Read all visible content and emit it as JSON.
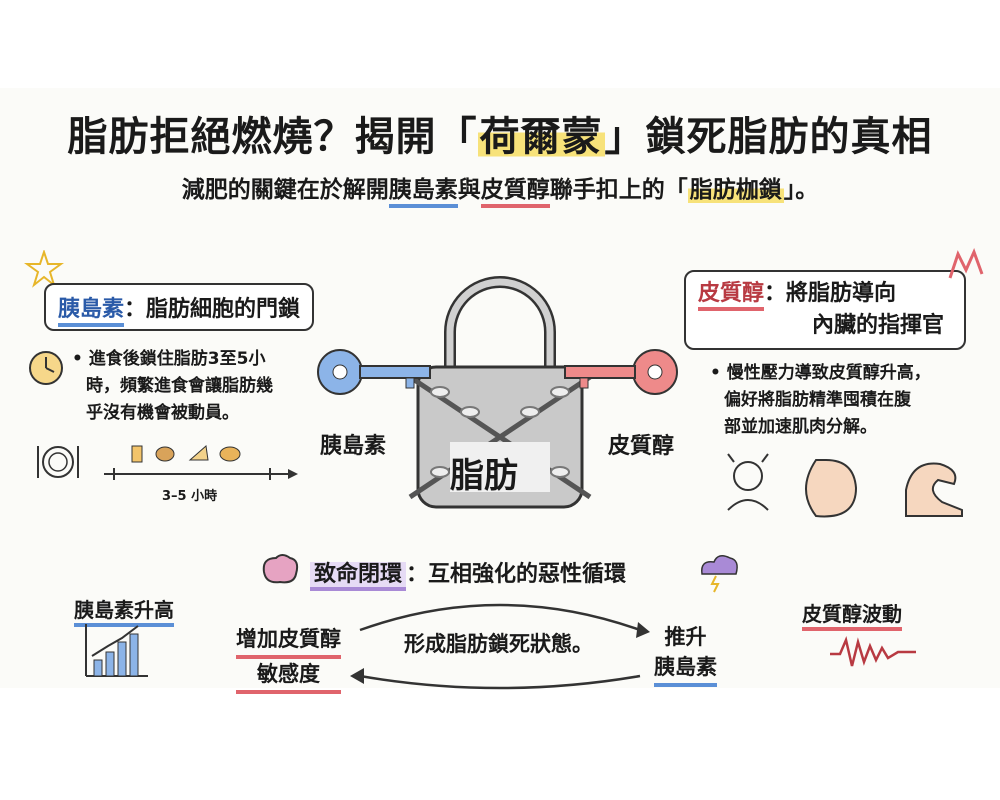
{
  "title": {
    "prefix": "脂肪拒絕燃燒？揭開「",
    "highlight": "荷爾蒙",
    "suffix": "」鎖死脂肪的真相"
  },
  "subtitle": {
    "p1": "減肥的關鍵在於解開",
    "insulin": "胰島素",
    "p2": "與",
    "cortisol": "皮質醇",
    "p3": "聯手扣上的「",
    "fatlock": "脂肪枷鎖",
    "p4": "」。"
  },
  "insulin_panel": {
    "name": "胰島素",
    "colon": "：",
    "role": "脂肪細胞的門鎖",
    "bullet_l1": "進食後鎖住脂肪3至5小",
    "bullet_l2": "時，頻繁進食會讓脂肪幾",
    "bullet_l3": "乎沒有機會被動員。",
    "timeline_label": "3–5 小時"
  },
  "lock": {
    "label": "脂肪",
    "left_key": "胰島素",
    "right_key": "皮質醇"
  },
  "cortisol_panel": {
    "name": "皮質醇",
    "role_l1": "：將脂肪導向",
    "role_l2": "內臟的指揮官",
    "bullet_l1": "慢性壓力導致皮質醇升高，",
    "bullet_l2": "偏好將脂肪精準囤積在腹",
    "bullet_l3": "部並加速肌肉分解。"
  },
  "cycle": {
    "title_hl": "致命閉環",
    "title_rest": "：互相強化的惡性循環",
    "left_l1": "增加皮質醇",
    "left_l2": "敏感度",
    "center": "形成脂肪鎖死狀態。",
    "center_hl": "脂肪鎖死",
    "right_l1": "推升",
    "right_l2": "胰島素"
  },
  "side_left": "胰島素升高",
  "side_right": "皮質醇波動",
  "colors": {
    "insulin": "#5b8fd6",
    "cortisol": "#e0646c",
    "highlight": "#f7e27a",
    "cycle": "#a98ad6",
    "lock": "#c9c9c9"
  }
}
